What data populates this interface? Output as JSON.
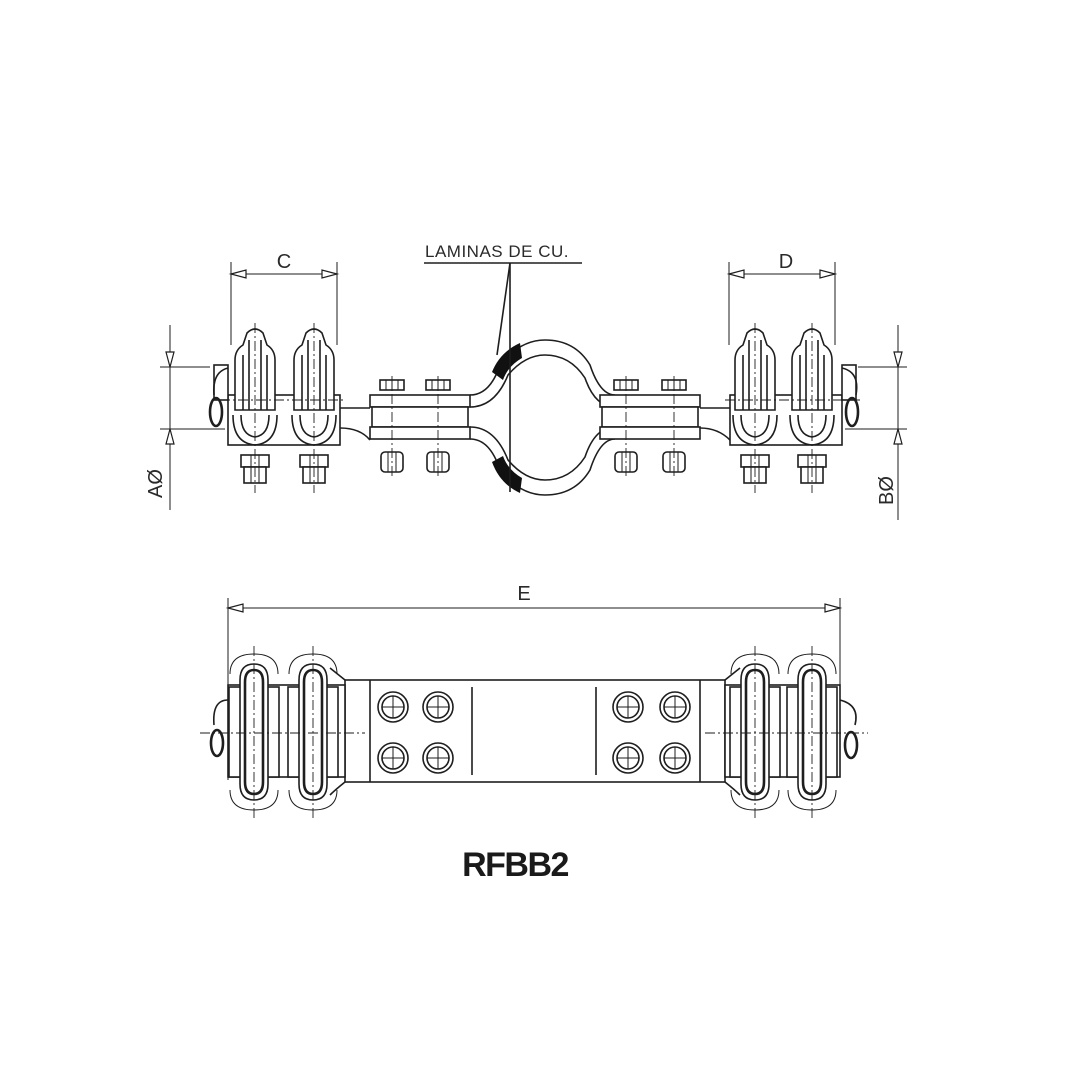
{
  "drawing": {
    "model_title": "RFBB2",
    "callout_label": "LAMINAS DE CU.",
    "dimensions": {
      "C": "C",
      "D": "D",
      "E": "E",
      "A": "AØ",
      "B": "BØ"
    },
    "views": [
      "front-view",
      "top-view"
    ],
    "colors": {
      "line": "#1e1e1e",
      "background": "#ffffff",
      "copper_laminate_band": "#111111"
    }
  }
}
